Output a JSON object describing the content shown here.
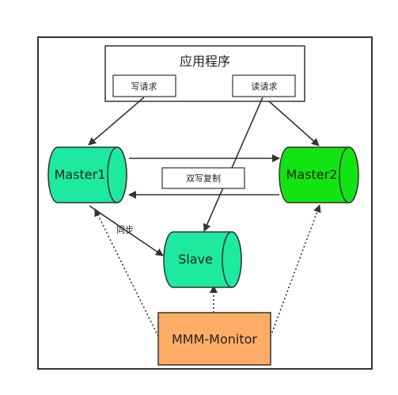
{
  "app": {
    "title": "应用程序"
  },
  "requests": {
    "write": "写请求",
    "read": "读请求"
  },
  "nodes": {
    "master1": "Master1",
    "master2": "Master2",
    "slave": "Slave",
    "monitor": "MMM-Monitor"
  },
  "edges": {
    "dual_write": "双写复制",
    "sync": "同步"
  },
  "colors": {
    "master1_fill": "#1de9a0",
    "master2_fill": "#12e412",
    "slave_fill": "#1de9a0",
    "monitor_fill": "#ffad66",
    "line": "#333333"
  }
}
